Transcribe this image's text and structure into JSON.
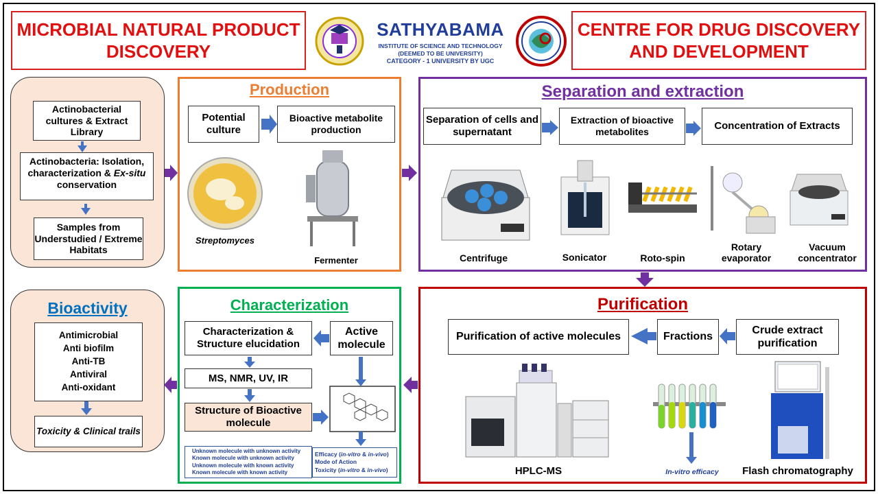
{
  "header": {
    "left_title": "MICROBIAL NATURAL PRODUCT DISCOVERY",
    "right_title": "CENTRE FOR DRUG DISCOVERY AND DEVELOPMENT",
    "logo_name": "SATHYABAMA",
    "logo_line1": "INSTITUTE OF SCIENCE AND TECHNOLOGY",
    "logo_line2": "(DEEMED TO BE UNIVERSITY)",
    "logo_line3": "CATEGORY - 1 UNIVERSITY BY UGC"
  },
  "left_top": {
    "library": "Actinobacterial cultures & Extract Library",
    "isolation_1": "Actinobacteria: Isolation, characterization  &",
    "isolation_em": "Ex-situ",
    "isolation_2": " conservation",
    "samples": "Samples from Understudied / Extreme Habitats"
  },
  "production": {
    "title": "Production",
    "potential": "Potential culture",
    "bioactive": "Bioactive metabolite production",
    "strep": "Streptomyces",
    "fermenter": "Fermenter"
  },
  "separation": {
    "title": "Separation and extraction",
    "step1": "Separation of cells and supernatant",
    "step2": "Extraction of bioactive metabolites",
    "step3": "Concentration of Extracts",
    "equip": [
      "Centrifuge",
      "Sonicator",
      "Roto-spin",
      "Rotary evaporator",
      "Vacuum concentrator"
    ]
  },
  "bioactivity": {
    "title": "Bioactivity",
    "activities": [
      "Antimicrobial",
      "Anti biofilm",
      "Anti-TB",
      "Antiviral",
      "Anti-oxidant"
    ],
    "toxicity": "Toxicity & Clinical trails"
  },
  "characterization": {
    "title": "Characterization",
    "struct_eluc": "Characterization & Structure elucidation",
    "active": "Active molecule",
    "methods": "MS, NMR, UV, IR",
    "structure": "Structure of Bioactive molecule",
    "categories": [
      "Unknown molecule with unknown activity",
      "Known molecule with unknown activity",
      "Unknown molecule with known activity",
      "Known molecule with known activity"
    ],
    "eff_a": "Efficacy (",
    "eff_b": "in-vitro",
    "eff_c": " & ",
    "eff_d": "in-vivo",
    "eff_e": ")",
    "moa": "Mode of Action",
    "tox_a": "Toxicity (",
    "tox_b": "in-vitro",
    "tox_c": " & ",
    "tox_d": "in-vivo",
    "tox_e": ")"
  },
  "purification": {
    "title": "Purification",
    "crude": "Crude extract purification",
    "fractions": "Fractions",
    "purif": "Purification of active molecules",
    "hplc": "HPLC-MS",
    "invitro": "In-vitro efficacy",
    "flash": "Flash chromatography"
  },
  "colors": {
    "accent_red": "#e01010",
    "production_orange": "#ed7d31",
    "separation_purple": "#7030a0",
    "characterization_green": "#00b050",
    "purification_darkred": "#c00000",
    "bioactivity_blue": "#0070c0",
    "arrow_blue": "#4472c4",
    "arrow_purple": "#7030a0",
    "peach": "#fbe5d6"
  }
}
